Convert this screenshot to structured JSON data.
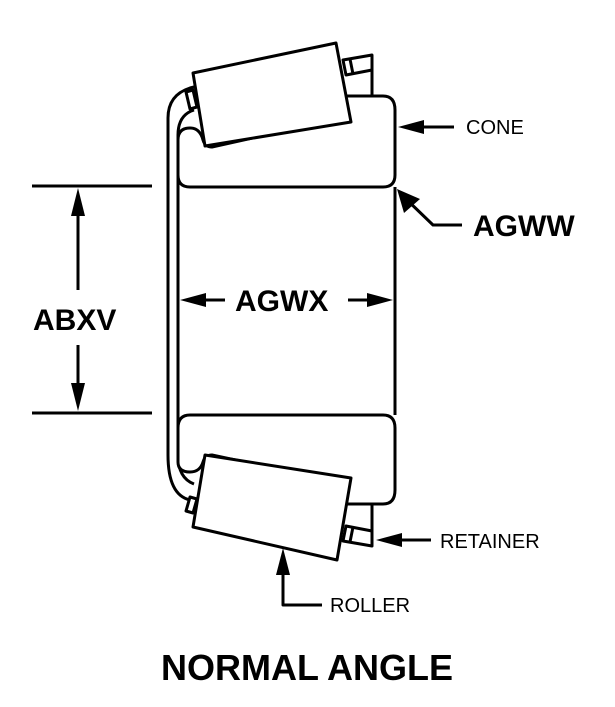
{
  "diagram": {
    "title": "NORMAL ANGLE",
    "labels": {
      "cone": "CONE",
      "retainer": "RETAINER",
      "roller": "ROLLER",
      "bore_dimension": "AGWW",
      "width_dimension": "AGWX",
      "diameter_dimension": "ABXV"
    },
    "colors": {
      "line": "#000000",
      "background": "#ffffff"
    }
  }
}
